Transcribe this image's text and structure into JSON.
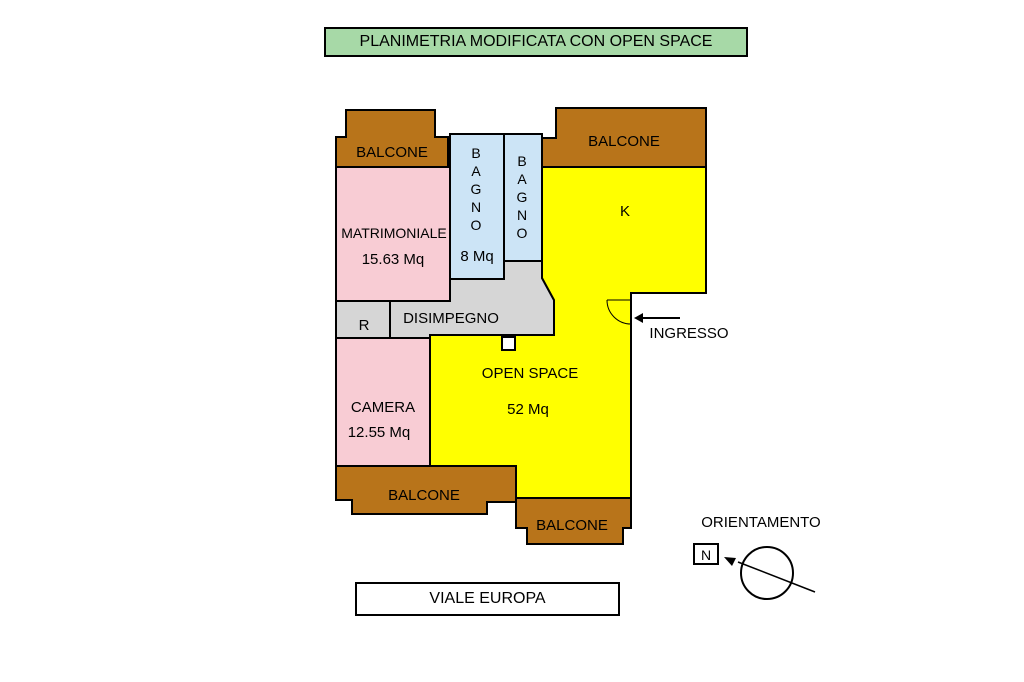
{
  "title": "PLANIMETRIA MODIFICATA CON OPEN SPACE",
  "street": "VIALE EUROPA",
  "colors": {
    "balcony": "#b8741a",
    "bathroom": "#cce4f6",
    "bedroom": "#f8ccd4",
    "living": "#ffff00",
    "corridor": "#d6d6d6",
    "title_bg": "#a7d9a7"
  },
  "rooms": {
    "balcone_top_left": "BALCONE",
    "balcone_top_right": "BALCONE",
    "balcone_bottom_left": "BALCONE",
    "balcone_bottom_right": "BALCONE",
    "bagno_1": [
      "B",
      "A",
      "G",
      "N",
      "O"
    ],
    "bagno_1_area": "8 Mq",
    "bagno_2": [
      "B",
      "A",
      "G",
      "N",
      "O"
    ],
    "kitchen": "K",
    "matrimoniale": "MATRIMONIALE",
    "matrimoniale_area": "15.63 Mq",
    "ripostiglio": "R",
    "disimpegno": "DISIMPEGNO",
    "open_space": "OPEN SPACE",
    "open_space_area": "52 Mq",
    "camera": "CAMERA",
    "camera_area": "12.55 Mq"
  },
  "entrance": "INGRESSO",
  "orientation": {
    "label": "ORIENTAMENTO",
    "north": "N",
    "icon": "compass-icon"
  }
}
